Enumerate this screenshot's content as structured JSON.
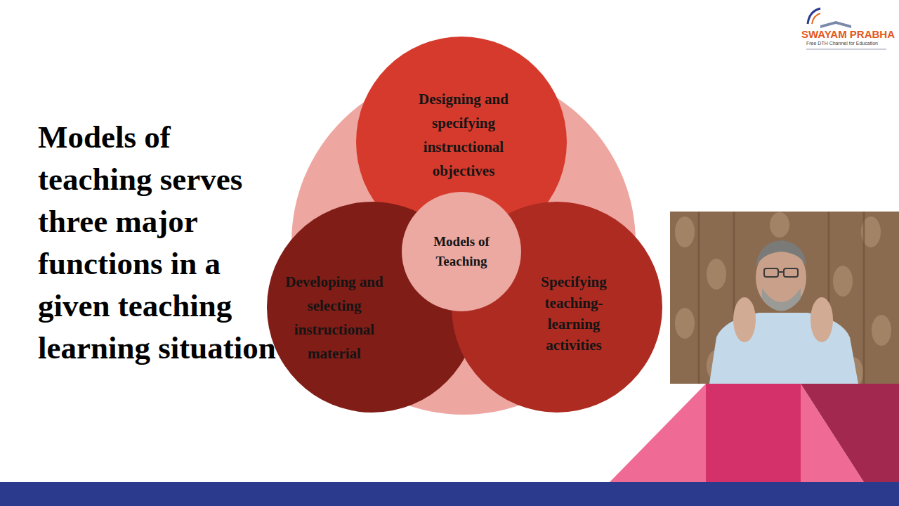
{
  "diagram": {
    "title": "Models of teaching serves three major functions in a given teaching learning situation",
    "nodes": [
      {
        "text": [
          "Designing and specifying instructional objectives"
        ]
      },
      {
        "text": [
          "Developing and selecting instructional material"
        ]
      },
      {
        "text": [
          "Specifying teaching-learning activities"
        ]
      },
      {
        "text": [
          "Models of Teaching"
        ]
      }
    ],
    "labels": [
      "SWAYAM PRABHA",
      "Free DTH Channel for Education"
    ]
  }
}
